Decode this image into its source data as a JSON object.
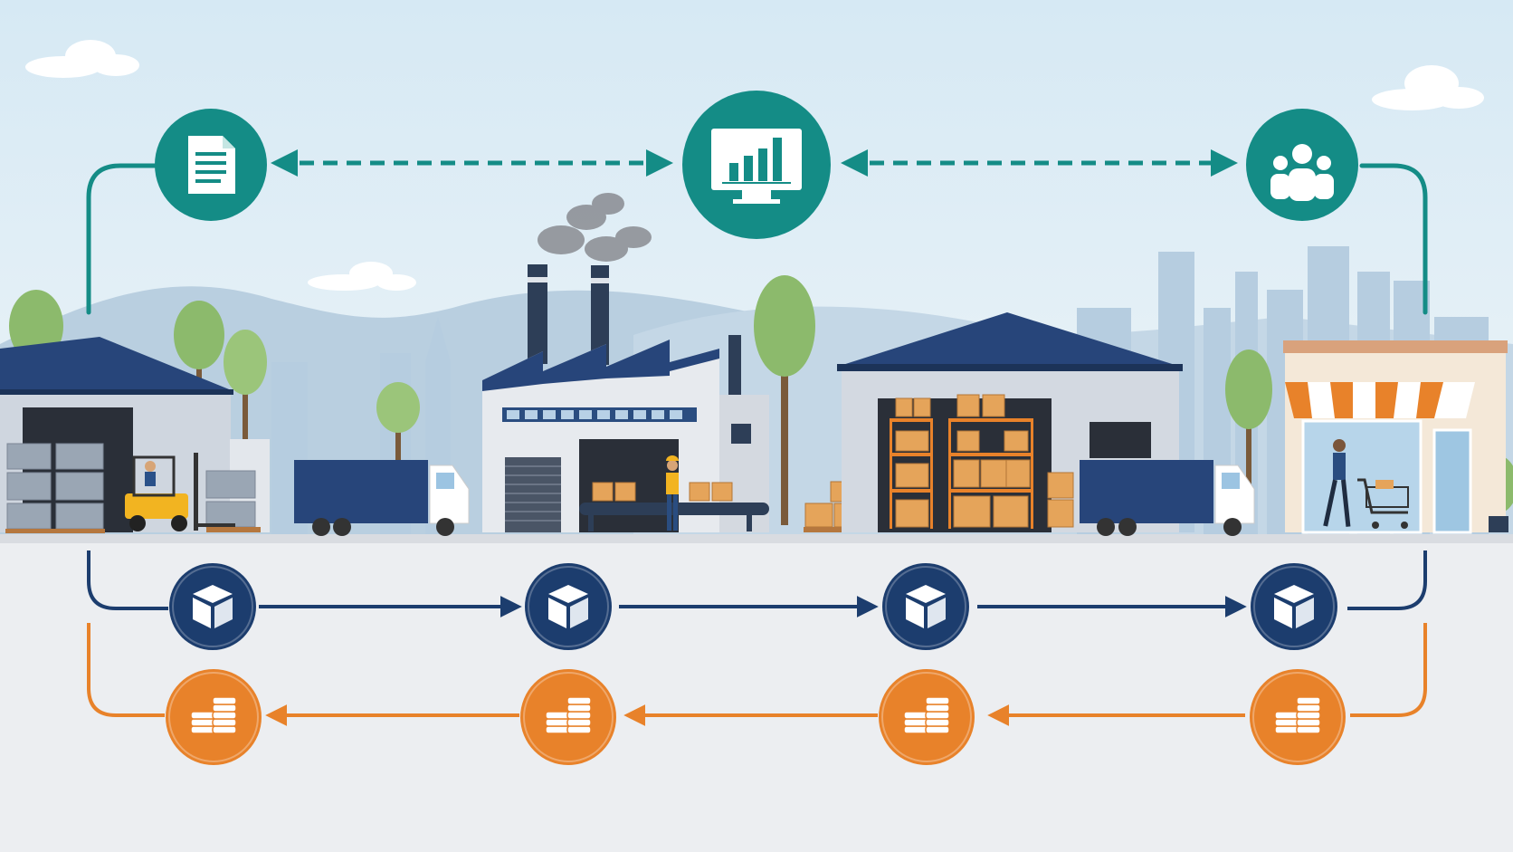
{
  "diagram": {
    "kind": "supply-chain-flow",
    "stages": [
      {
        "id": "supplier",
        "scene": "raw-materials-warehouse",
        "icons": [
          "truck-icon"
        ]
      },
      {
        "id": "manufacturer",
        "scene": "factory-assembly-line",
        "icons": [
          "truck-icon"
        ]
      },
      {
        "id": "distributor",
        "scene": "distribution-warehouse",
        "icons": [
          "truck-icon"
        ]
      },
      {
        "id": "retailer",
        "scene": "retail-store-with-customer",
        "icons": [
          "shopping-cart-icon"
        ]
      }
    ],
    "information_flow": {
      "direction": "bidirectional",
      "icons": [
        "document-icon",
        "analytics-monitor-icon",
        "customers-icon"
      ]
    },
    "product_flow": {
      "direction": "left-to-right",
      "icon": "package-box-icon",
      "count": 4
    },
    "cash_flow": {
      "direction": "right-to-left",
      "icon": "coin-stack-icon",
      "count": 4
    },
    "colors": {
      "information": "#148c86",
      "product": "#1c3d6e",
      "cash": "#e8822a",
      "sky": "#dcebf5",
      "ground": "#eceef1"
    }
  }
}
